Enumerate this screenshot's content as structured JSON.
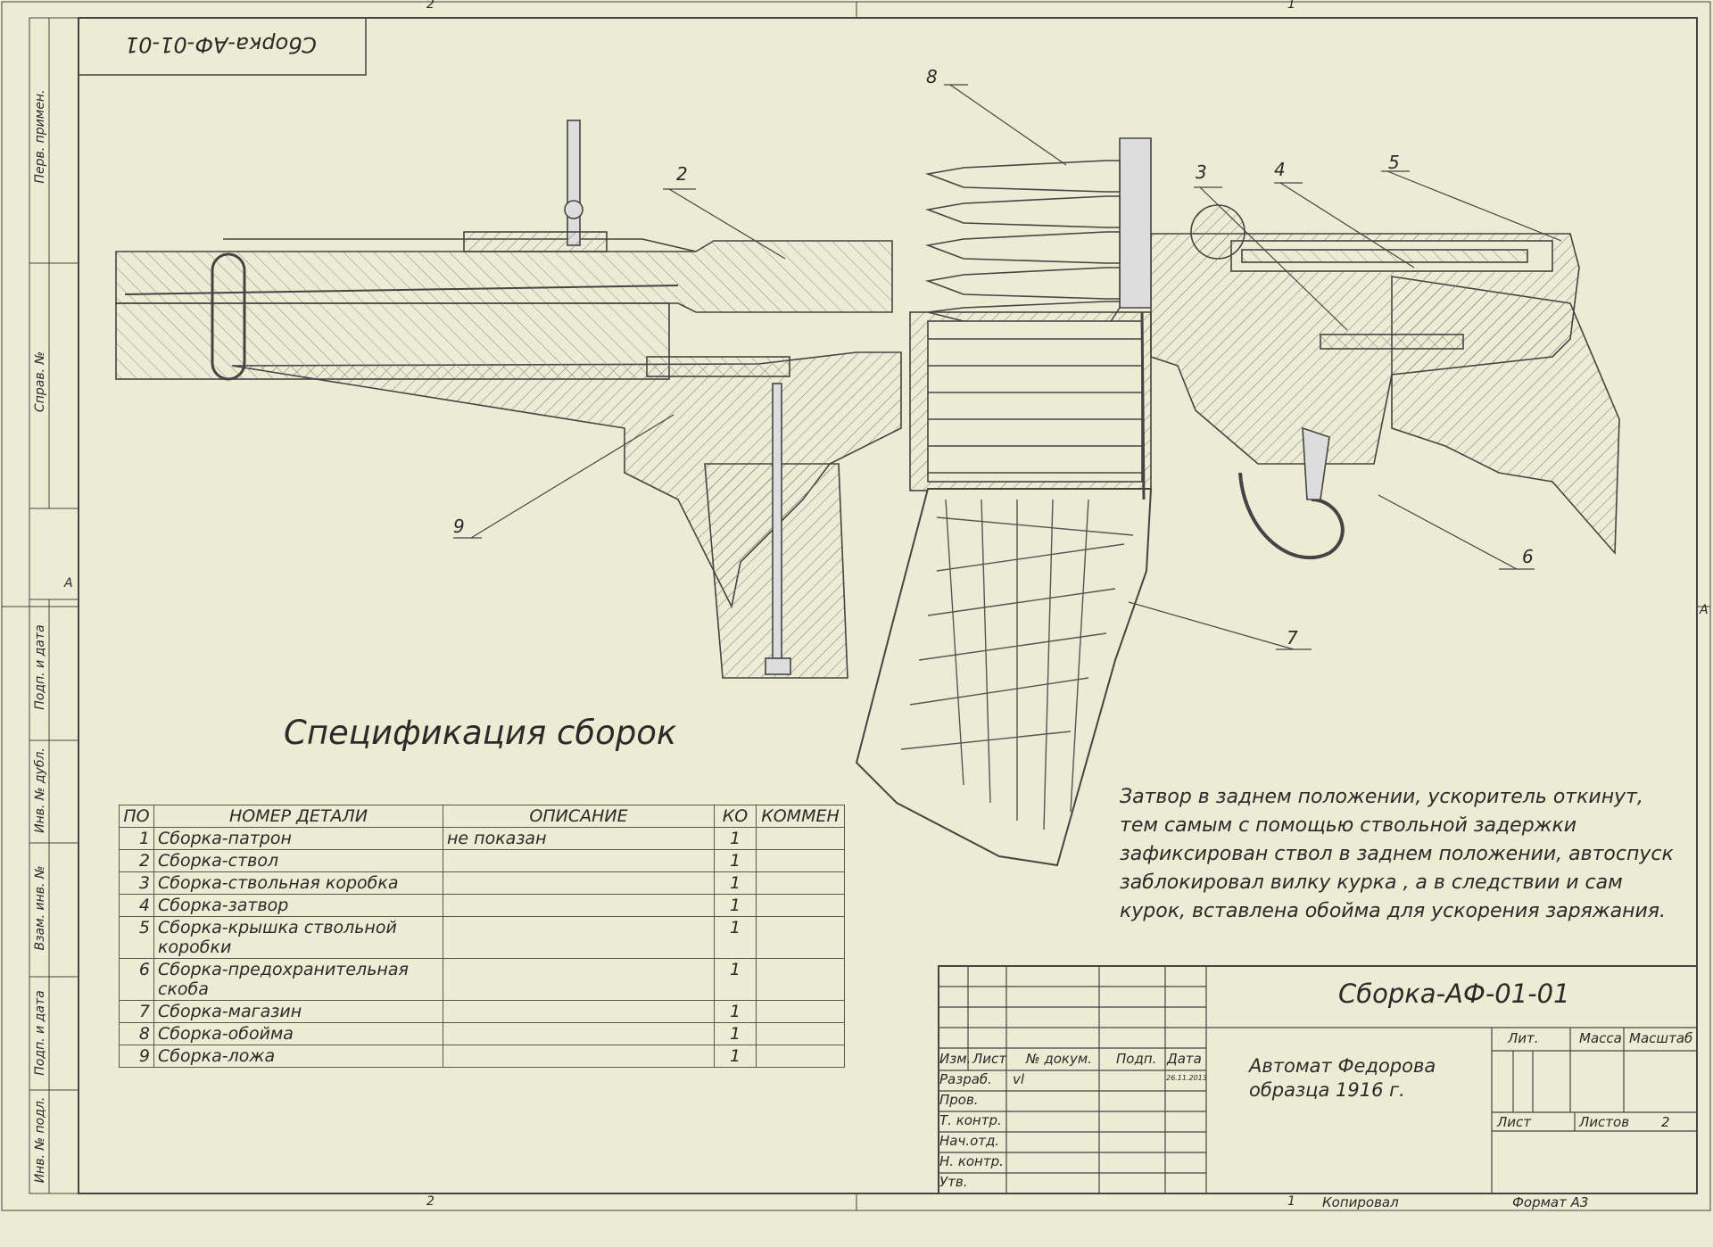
{
  "stamp": "Сборка-АФ-01-01",
  "zones": {
    "top_left": "2",
    "top_right": "1",
    "bottom_left": "2",
    "bottom_right": "1",
    "left_mid": "A",
    "right_mid": "A"
  },
  "side_labels": [
    "Перв. примен.",
    "Справ. №",
    "Подп. и дата",
    "Инв. № дубл.",
    "Взам. инв. №",
    "Подп. и дата",
    "Инв. № подл."
  ],
  "callouts": [
    "2",
    "8",
    "3",
    "4",
    "5",
    "9",
    "6",
    "7"
  ],
  "spec_title": "Спецификация сборок",
  "spec_table": {
    "headers": [
      "ПО",
      "НОМЕР ДЕТАЛИ",
      "ОПИСАНИЕ",
      "КО",
      "КОММЕН"
    ],
    "rows": [
      {
        "n": "1",
        "name": "Сборка-патрон",
        "desc": "не показан",
        "qty": "1"
      },
      {
        "n": "2",
        "name": "Сборка-ствол",
        "desc": "",
        "qty": "1"
      },
      {
        "n": "3",
        "name": "Сборка-ствольная коробка",
        "desc": "",
        "qty": "1"
      },
      {
        "n": "4",
        "name": "Сборка-затвор",
        "desc": "",
        "qty": "1"
      },
      {
        "n": "5",
        "name": "Сборка-крышка ствольной коробки",
        "desc": "",
        "qty": "1"
      },
      {
        "n": "6",
        "name": "Сборка-предохранительная скоба",
        "desc": "",
        "qty": "1"
      },
      {
        "n": "7",
        "name": "Сборка-магазин",
        "desc": "",
        "qty": "1"
      },
      {
        "n": "8",
        "name": "Сборка-обойма",
        "desc": "",
        "qty": "1"
      },
      {
        "n": "9",
        "name": "Сборка-ложа",
        "desc": "",
        "qty": "1"
      }
    ]
  },
  "note_lines": [
    "Затвор в заднем положении, ускоритель откинут,",
    "тем самым с помощью ствольной задержки",
    "зафиксирован ствол в заднем положении, автоспуск",
    "заблокировал вилку курка , а в следствии и сам",
    "курок, вставлена обойма для ускорения заряжания."
  ],
  "title_block": {
    "designation": "Сборка-АФ-01-01",
    "name_line1": "Автомат Федорова",
    "name_line2": "образца 1916 г.",
    "col_heads": [
      "Изм.",
      "Лист",
      "№ докум.",
      "Подп.",
      "Дата"
    ],
    "rows": [
      "Разраб.",
      "Пров.",
      "Т. контр.",
      "Нач.отд.",
      "Н. контр.",
      "Утв."
    ],
    "developer": "vl",
    "date": "26.11.2013",
    "lit_label": "Лит.",
    "mass_label": "Масса",
    "scale_label": "Масштаб",
    "sheet_label": "Лист",
    "sheets_label": "Листов",
    "sheets_value": "2"
  },
  "footer": {
    "sheet_no": "1",
    "copied": "Копировал",
    "format": "Формат А3"
  },
  "colors": {
    "paper": "#ecebd3",
    "ink": "#3a3a3a"
  }
}
